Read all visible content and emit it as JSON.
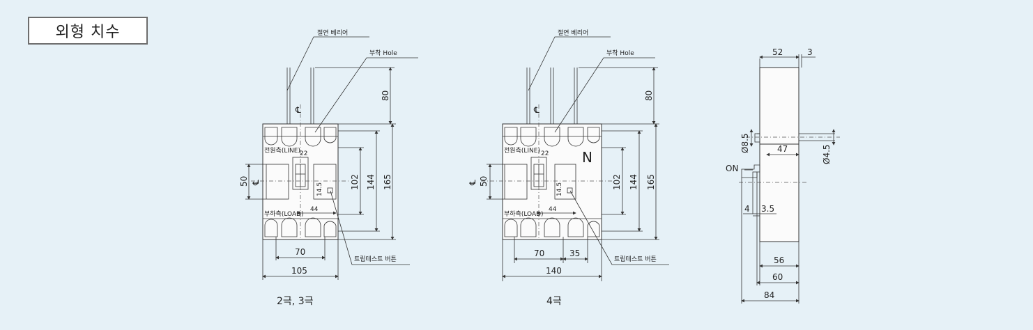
{
  "title": "외형 치수",
  "callouts": {
    "insulation_barrier": "절연 베리어",
    "mount_hole": "부착 Hole",
    "trip_test_button": "트립테스트 버튼",
    "line_side": "전원측(LINE)",
    "load_side": "부하측(LOAD)",
    "neutral": "N",
    "on": "ON"
  },
  "views": {
    "pole23": {
      "caption": "2극, 3극",
      "dims": {
        "d80": "80",
        "d50": "50",
        "d22": "22",
        "d44": "44",
        "d14_5": "14.5",
        "d102": "102",
        "d144": "144",
        "d165": "165",
        "d70": "70",
        "d105": "105"
      }
    },
    "pole4": {
      "caption": "4극",
      "dims": {
        "d80": "80",
        "d50": "50",
        "d22": "22",
        "d44": "44",
        "d14_5": "14.5",
        "d102": "102",
        "d144": "144",
        "d165": "165",
        "d70": "70",
        "d35": "35",
        "d140": "140"
      }
    },
    "side": {
      "dims": {
        "d52": "52",
        "d3": "3",
        "d8_5": "Ø8.5",
        "d4_5": "Ø4.5",
        "d47": "47",
        "d4": "4",
        "d3_5": "3.5",
        "d56": "56",
        "d60": "60",
        "d84": "84"
      }
    }
  }
}
